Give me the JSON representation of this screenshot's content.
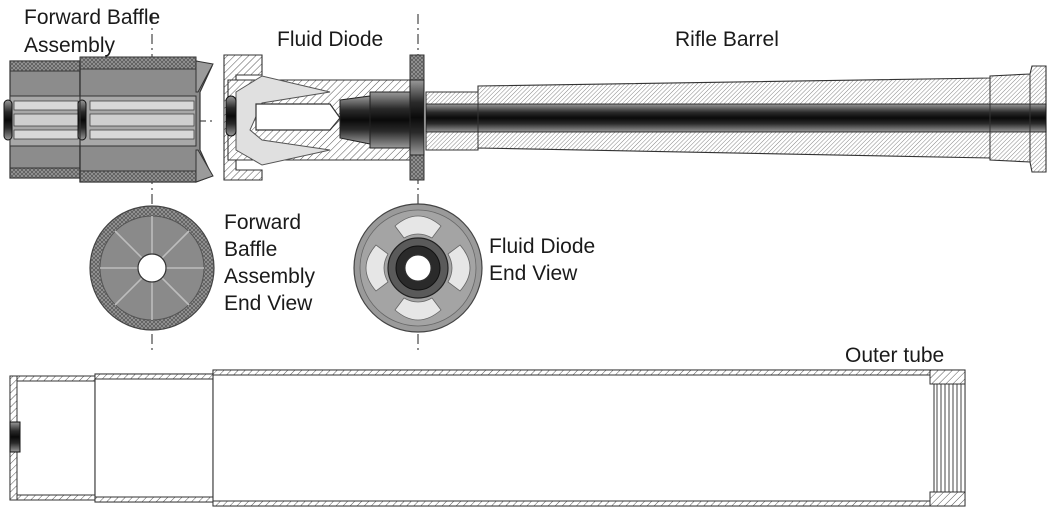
{
  "labels": {
    "forward_baffle_line1": "Forward Baffle",
    "forward_baffle_line2": "Assembly",
    "fluid_diode": "Fluid Diode",
    "rifle_barrel": "Rifle Barrel",
    "fba_end_view_line1": "Forward",
    "fba_end_view_line2": "Baffle",
    "fba_end_view_line3": "Assembly",
    "fba_end_view_line4": "End View",
    "fd_end_view_line1": "Fluid Diode",
    "fd_end_view_line2": "End View",
    "outer_tube": "Outer tube"
  },
  "colors": {
    "hatch": "#555555",
    "dark_bore": "#1c1c1c",
    "mid_gray": "#8a8a8a",
    "light_gray": "#d9d9d9"
  }
}
